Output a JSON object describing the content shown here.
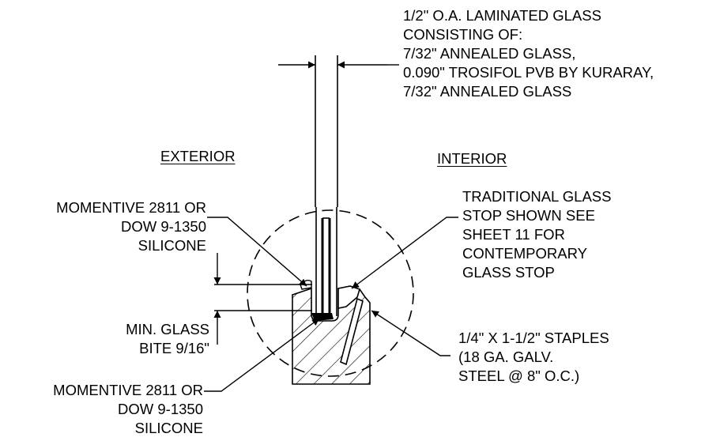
{
  "glass_callout": [
    "1/2\" O.A. LAMINATED GLASS",
    "CONSISTING OF:",
    "7/32\" ANNEALED GLASS,",
    "0.090\" TROSIFOL PVB BY KURARAY,",
    "7/32\" ANNEALED GLASS"
  ],
  "exterior_label": "EXTERIOR",
  "interior_label": "INTERIOR",
  "silicone_top": [
    "MOMENTIVE 2811 OR",
    "DOW 9-1350",
    "SILICONE"
  ],
  "glass_stop": [
    "TRADITIONAL GLASS",
    "STOP SHOWN SEE",
    "SHEET 11 FOR",
    "CONTEMPORARY",
    "GLASS STOP"
  ],
  "glass_bite": [
    "MIN. GLASS",
    "BITE 9/16\""
  ],
  "staples": [
    "1/4\" X 1-1/2\" STAPLES",
    "(18 GA. GALV.",
    "STEEL @ 8\" O.C.)"
  ],
  "silicone_bottom": [
    "MOMENTIVE 2811 OR",
    "DOW 9-1350",
    "SILICONE"
  ]
}
